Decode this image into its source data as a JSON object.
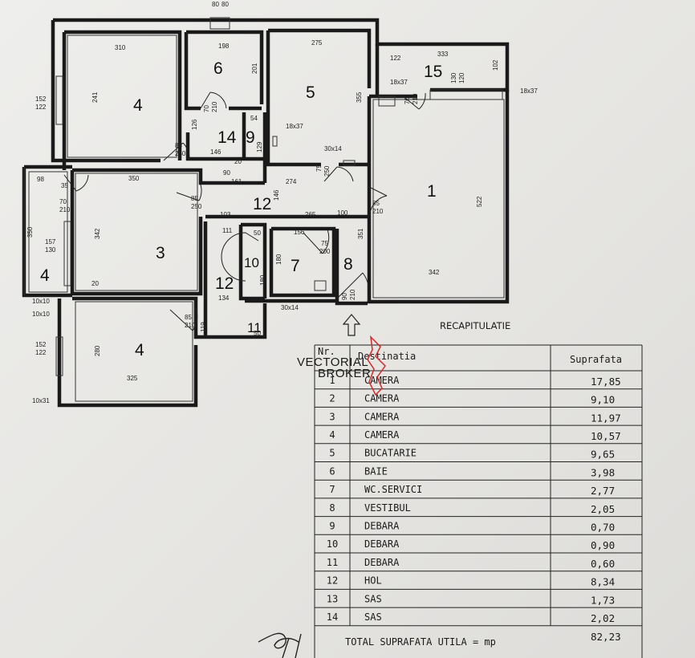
{
  "watermark": {
    "line1": "VECTORIAL",
    "line2": "BROKER"
  },
  "recap_title": "RECAPITULATIE",
  "table": {
    "header": {
      "nr": "Nr.",
      "dest": "Destinatia",
      "supr": "Suprafata"
    },
    "rows": [
      {
        "nr": "1",
        "dest": "CAMERA",
        "supr": "17,85"
      },
      {
        "nr": "2",
        "dest": "CAMERA",
        "supr": "9,10"
      },
      {
        "nr": "3",
        "dest": "CAMERA",
        "supr": "11,97"
      },
      {
        "nr": "4",
        "dest": "CAMERA",
        "supr": "10,57"
      },
      {
        "nr": "5",
        "dest": "BUCATARIE",
        "supr": "9,65"
      },
      {
        "nr": "6",
        "dest": "BAIE",
        "supr": "3,98"
      },
      {
        "nr": "7",
        "dest": "WC.SERVICI",
        "supr": "2,77"
      },
      {
        "nr": "8",
        "dest": "VESTIBUL",
        "supr": "2,05"
      },
      {
        "nr": "9",
        "dest": "DEBARA",
        "supr": "0,70"
      },
      {
        "nr": "10",
        "dest": "DEBARA",
        "supr": "0,90"
      },
      {
        "nr": "11",
        "dest": "DEBARA",
        "supr": "0,60"
      },
      {
        "nr": "12",
        "dest": "HOL",
        "supr": "8,34"
      },
      {
        "nr": "13",
        "dest": "SAS",
        "supr": "1,73"
      },
      {
        "nr": "14",
        "dest": "SAS",
        "supr": "2,02"
      }
    ],
    "total_label": "TOTAL SUPRAFATA UTILA = mp",
    "total_value": "82,23"
  },
  "rooms": {
    "r1": "1",
    "r3": "3",
    "r4a": "4",
    "r4b": "4",
    "r4c": "4",
    "r5": "5",
    "r6": "6",
    "r7": "7",
    "r8": "8",
    "r9": "9",
    "r10": "10",
    "r11": "11",
    "r12a": "12",
    "r12b": "12",
    "r14": "14",
    "r15": "15"
  },
  "dims": {
    "d310": "310",
    "d198": "198",
    "d275": "275",
    "d333": "333",
    "d102": "102",
    "d241": "241",
    "d201": "201",
    "d355": "355",
    "d522": "522",
    "d342v": "342",
    "d342h": "342",
    "d350h": "350",
    "d350v": "350",
    "d98": "98",
    "d35": "35",
    "d146": "146",
    "d161": "161",
    "d274": "274",
    "d103": "103",
    "d265": "265",
    "d100": "100",
    "d111": "111",
    "d156": "156",
    "d134": "134",
    "d325": "325",
    "d280": "280",
    "d351": "351",
    "d180a": "180",
    "d180b": "180",
    "d50a": "50",
    "d50b": "50",
    "d54": "54",
    "d129": "129",
    "d126": "126",
    "d119": "119",
    "d20a": "20",
    "d20b": "20",
    "d90": "90",
    "d146v": "146",
    "w152a": "152",
    "w122a": "122",
    "w157": "157",
    "w130": "130",
    "w152b": "152",
    "w122b": "122",
    "w122c": "122",
    "d18x37a": "18x37",
    "d18x37b": "18x37",
    "d18x37c": "18x37",
    "d30x14a": "30x14",
    "d30x14b": "30x14",
    "d10x10a": "10x10",
    "d10x10b": "10x10",
    "d10x31": "10x31",
    "door70_210a": "70",
    "door70_210b": "210",
    "door85_250a": "85",
    "door85_250b": "250",
    "door85_250c": "85",
    "door85_250d": "250",
    "door85_210a": "85",
    "door85_210b": "210",
    "door75_250a": "75",
    "door75_250b": "250",
    "door75_200a": "75",
    "door75_200b": "200",
    "door70_210c": "70",
    "door70_210d": "210",
    "door70_210e": "70",
    "door70_210f": "210",
    "door90_210a": "90",
    "door90_210b": "210",
    "door85_210c": "85",
    "door85_210d": "210",
    "d130_120a": "130",
    "d130_120b": "120",
    "d80a": "80",
    "d80b": "80"
  },
  "colors": {
    "paper": "#ecebe8",
    "ink": "#1a1a1a",
    "logo_red": "#d42a2a"
  }
}
